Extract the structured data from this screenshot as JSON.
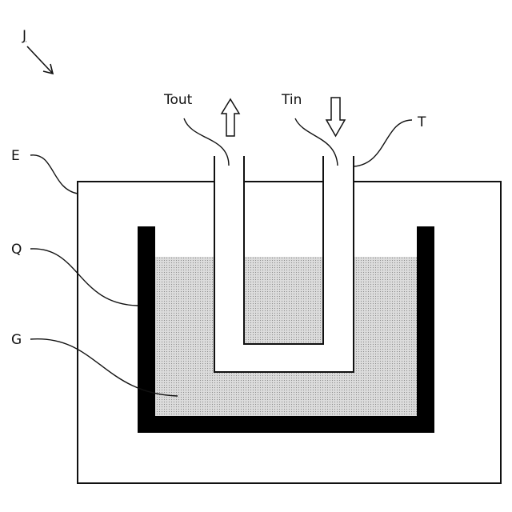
{
  "labels": {
    "j": "J",
    "e": "E",
    "q": "Q",
    "g": "G",
    "t": "T",
    "tout": "Tout",
    "tin": "Tin"
  },
  "colors": {
    "stroke": "#111111",
    "container": "#000000",
    "liquid": "#dcdcdc",
    "liquid_dot": "#8c8c8c",
    "background": "#ffffff"
  },
  "icons": {
    "outlet_arrow": "arrow-up-icon",
    "inlet_arrow": "arrow-down-icon",
    "pointer_arrow": "arrow-down-right-icon"
  }
}
